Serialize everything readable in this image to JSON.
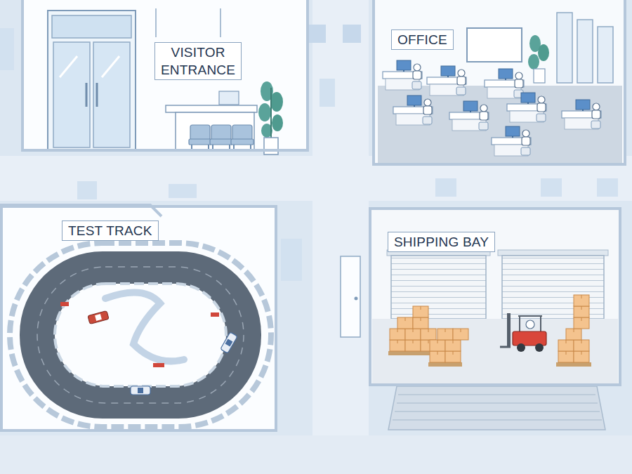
{
  "diagram": {
    "nodes": [
      {
        "text": [
          "VISITOR ENTRANCE"
        ]
      },
      {
        "text": [
          "OFFICE"
        ]
      },
      {
        "text": [
          "TEST TRACK"
        ]
      },
      {
        "text": [
          "SHIPPING BAY"
        ]
      }
    ]
  }
}
